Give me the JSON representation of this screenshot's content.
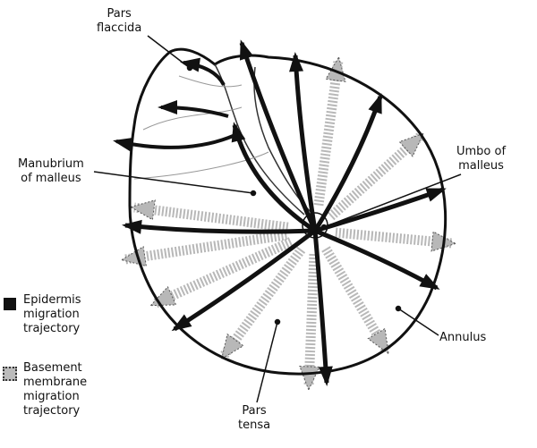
{
  "labels": {
    "pars_flaccida": "Pars\nflaccida",
    "manubrium": "Manubrium\nof malleus",
    "umbo": "Umbo of\nmalleus",
    "annulus": "Annulus",
    "pars_tensa": "Pars\ntensa"
  },
  "legend": {
    "epidermis": "Epidermis\nmigration\ntrajectory",
    "basement": "Basement\nmembrane\nmigration\ntrajectory"
  },
  "colors": {
    "epidermis": "#111111",
    "basement": "#b8b8b8"
  }
}
